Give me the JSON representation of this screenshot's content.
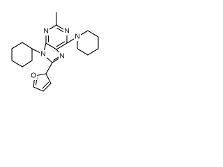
{
  "molecule": {
    "atoms": {
      "n1": "N",
      "n3": "N",
      "n7": "N",
      "n9": "N",
      "n_piperidine": "N",
      "o_furan": "O"
    }
  }
}
